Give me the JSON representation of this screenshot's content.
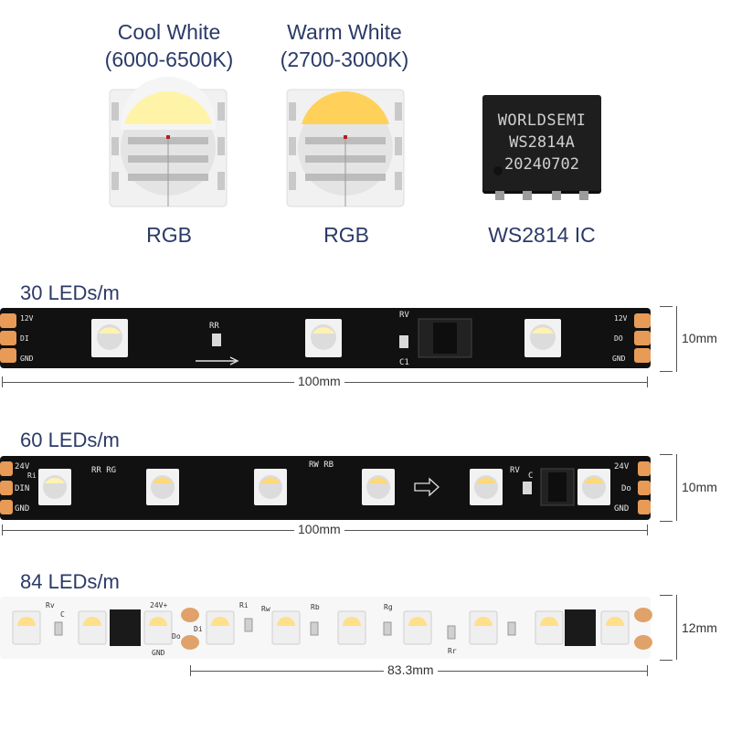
{
  "leds": {
    "cool": {
      "name": "Cool White",
      "range": "(6000-6500K)",
      "sub": "RGB",
      "color": "#fff3a8"
    },
    "warm": {
      "name": "Warm White",
      "range": "(2700-3000K)",
      "sub": "RGB",
      "color": "#ffd15a"
    },
    "ic": {
      "line1": "WORLDSEMI",
      "line2": "WS2814A",
      "line3": "20240702",
      "sub": "WS2814 IC"
    }
  },
  "strips": [
    {
      "title": "30 LEDs/m",
      "width": "10mm",
      "length": "100mm",
      "pads": [
        "12V",
        "DI",
        "GND"
      ],
      "pads_right": [
        "12V",
        "DO",
        "GND"
      ],
      "marks": {
        "rr": "RR",
        "rv": "RV",
        "c1": "C1"
      }
    },
    {
      "title": "60 LEDs/m",
      "width": "10mm",
      "length": "100mm",
      "pads": [
        "24V",
        "DIN",
        "GND"
      ],
      "pads_right": [
        "24V",
        "Do",
        "GND"
      ],
      "marks": {
        "rr": "RR RG",
        "rw": "RW RB",
        "rv": "RV",
        "c": "C",
        "ri": "Ri"
      }
    },
    {
      "title": "84 LEDs/m",
      "width": "12mm",
      "length": "83.3mm",
      "marks": {
        "rv": "Rv",
        "c": "C",
        "v24": "24V+",
        "gnd": "GND",
        "di": "Di",
        "do": "Do",
        "ri": "Ri",
        "rw": "Rw",
        "rb": "Rb",
        "rg": "Rg",
        "rr": "Rr"
      }
    }
  ]
}
